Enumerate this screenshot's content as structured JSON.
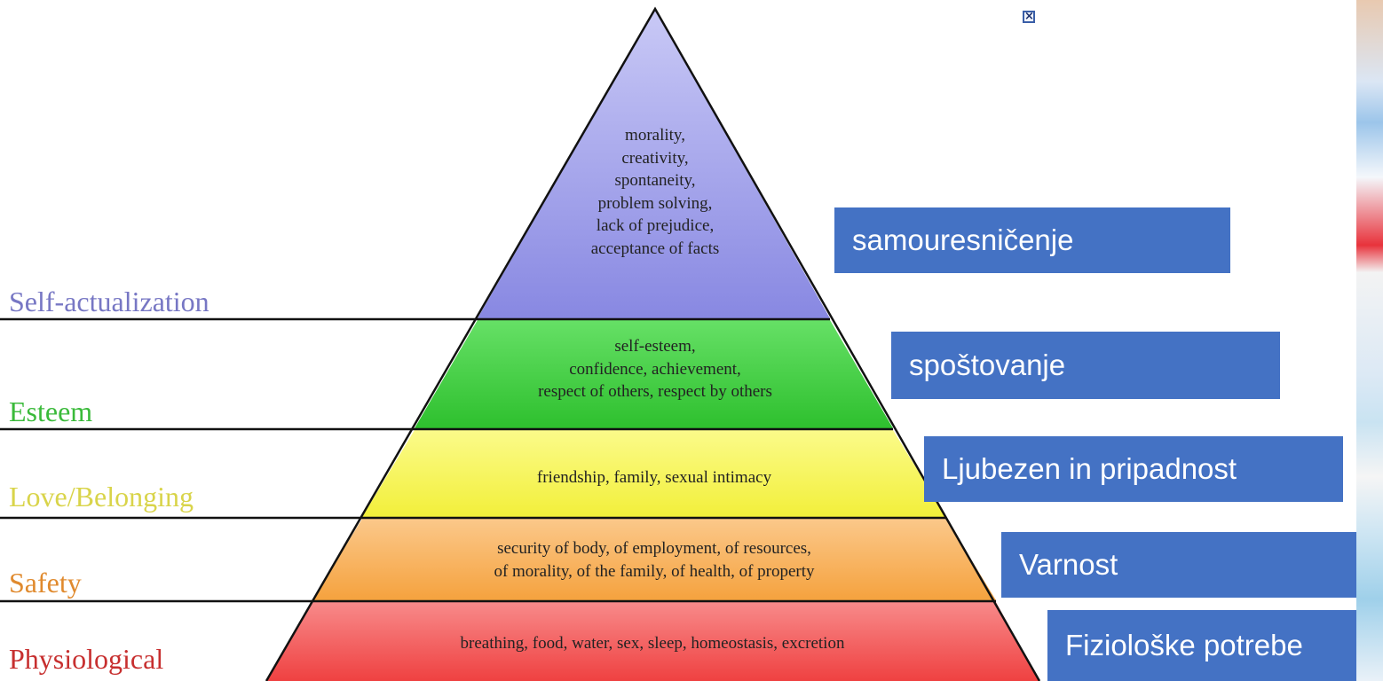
{
  "pyramid": {
    "tiers": [
      {
        "level": "Self-actualization",
        "lines": [
          "morality,",
          "creativity,",
          "spontaneity,",
          "problem solving,",
          "lack of prejudice,",
          "acceptance of facts"
        ],
        "fill": "#9999ec",
        "label_color": "#7777c4"
      },
      {
        "level": "Esteem",
        "lines": [
          "self-esteem,",
          "confidence, achievement,",
          "respect of others, respect by others"
        ],
        "fill": "#44cc44",
        "label_color": "#3aba3a"
      },
      {
        "level": "Love/Belonging",
        "lines": [
          "friendship, family, sexual intimacy"
        ],
        "fill": "#f6f55a",
        "label_color": "#d9d44a"
      },
      {
        "level": "Safety",
        "lines": [
          "security of body, of employment, of resources,",
          "of morality, of the family, of health, of property"
        ],
        "fill": "#f8b25c",
        "label_color": "#e08a2e"
      },
      {
        "level": "Physiological",
        "lines": [
          "breathing, food, water, sex, sleep, homeostasis, excretion"
        ],
        "fill": "#f25c5c",
        "label_color": "#c72f2f"
      }
    ]
  },
  "slovenian_labels": [
    "samouresničenje",
    "spoštovanje",
    "Ljubezen in pripadnost",
    "Varnost",
    "Fiziološke potrebe"
  ],
  "colors": {
    "box_fill": "#4472c4",
    "box_text": "#ffffff",
    "outline": "#111111"
  },
  "icons": {
    "broken_image": "close-icon"
  }
}
